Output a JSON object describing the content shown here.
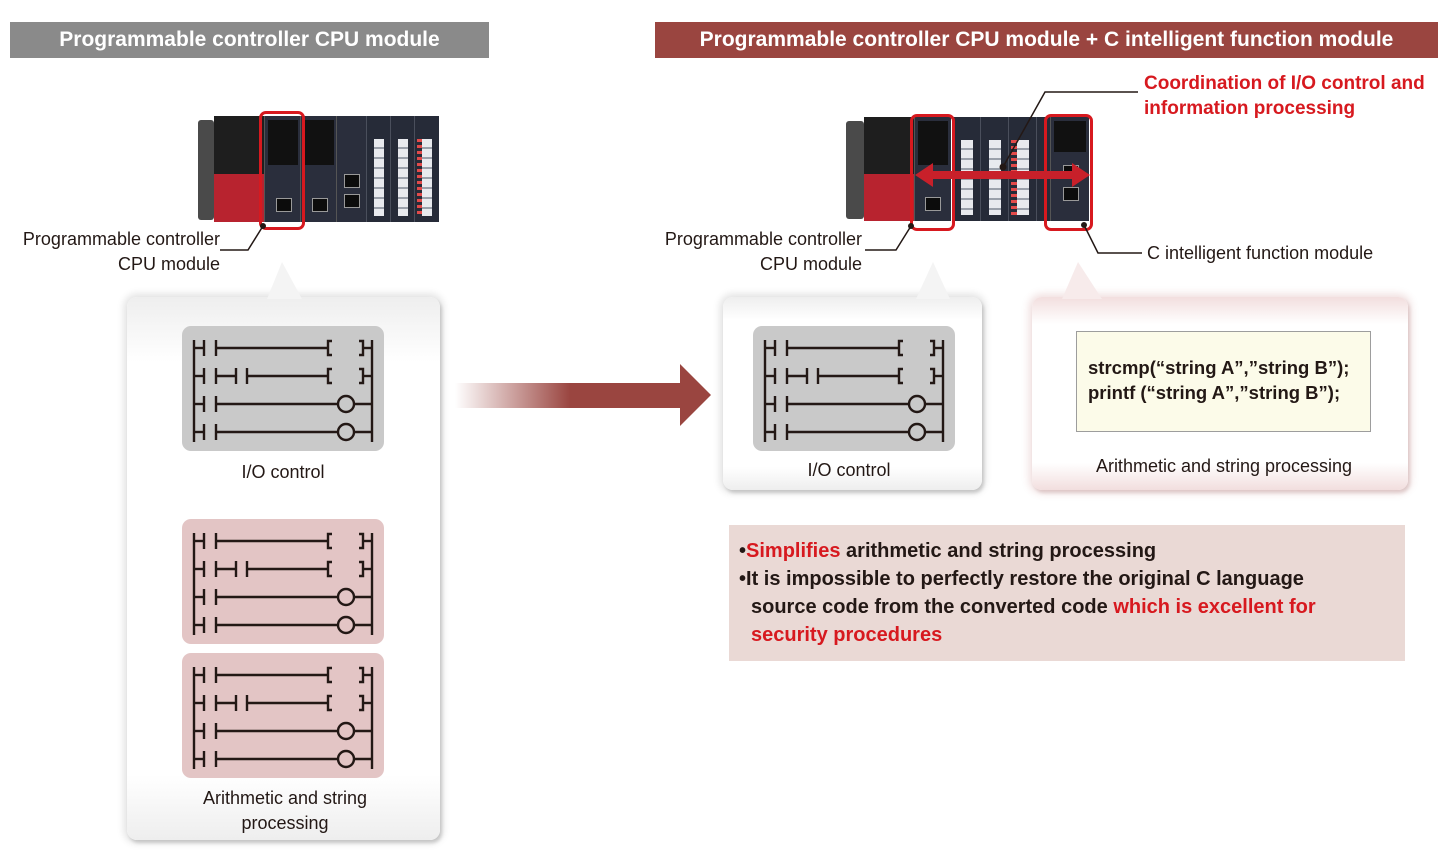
{
  "colors": {
    "gray_banner": "#8a8a8a",
    "red_banner": "#9a4540",
    "highlight": "#d7191f",
    "arrow": "#9a4540",
    "ladder_gray": "#c9c9c9",
    "ladder_pink": "#e3c5c5",
    "notes_bg": "#ead9d5",
    "code_bg": "#fcfbe9"
  },
  "left_panel": {
    "title": "Programmable controller CPU module",
    "cpu_label_line1": "Programmable controller",
    "cpu_label_line2": "CPU module",
    "io_caption": "I/O control",
    "arith_caption_line1": "Arithmetic and string",
    "arith_caption_line2": "processing",
    "ladder_blocks": [
      {
        "name": "io-control",
        "style": "gray",
        "rungs": [
          "coil-bracket",
          "coil-bracket-series",
          "coil-circle",
          "coil-circle"
        ]
      },
      {
        "name": "arith-1",
        "style": "pink",
        "rungs": [
          "coil-bracket",
          "coil-bracket-series",
          "coil-circle",
          "coil-circle"
        ]
      },
      {
        "name": "arith-2",
        "style": "pink",
        "rungs": [
          "coil-bracket",
          "coil-bracket-series",
          "coil-circle",
          "coil-circle"
        ]
      }
    ]
  },
  "transition_arrow": {
    "icon": "right-arrow-icon"
  },
  "right_panel": {
    "title": "Programmable controller CPU module + C intelligent function module",
    "coordination_line1": "Coordination of I/O control and",
    "coordination_line2": "information processing",
    "cpu_label_line1": "Programmable controller",
    "cpu_label_line2": "CPU module",
    "c_module_label": "C intelligent function module",
    "io_caption": "I/O control",
    "code_lines": [
      "strcmp(“string A”,”string B”);",
      "printf (“string A”,”string B”);"
    ],
    "arith_caption": "Arithmetic and string processing",
    "benefits": {
      "b1_bullet": "•",
      "b1_highlight": "Simplifies",
      "b1_rest": " arithmetic and string processing",
      "b2_bullet": "•",
      "b2_line1": "It is impossible to perfectly restore the original C language",
      "b2_line2_plain": "source code from the converted code ",
      "b2_line2_highlight": "which is excellent for",
      "b2_line3_highlight": "security procedures"
    }
  }
}
